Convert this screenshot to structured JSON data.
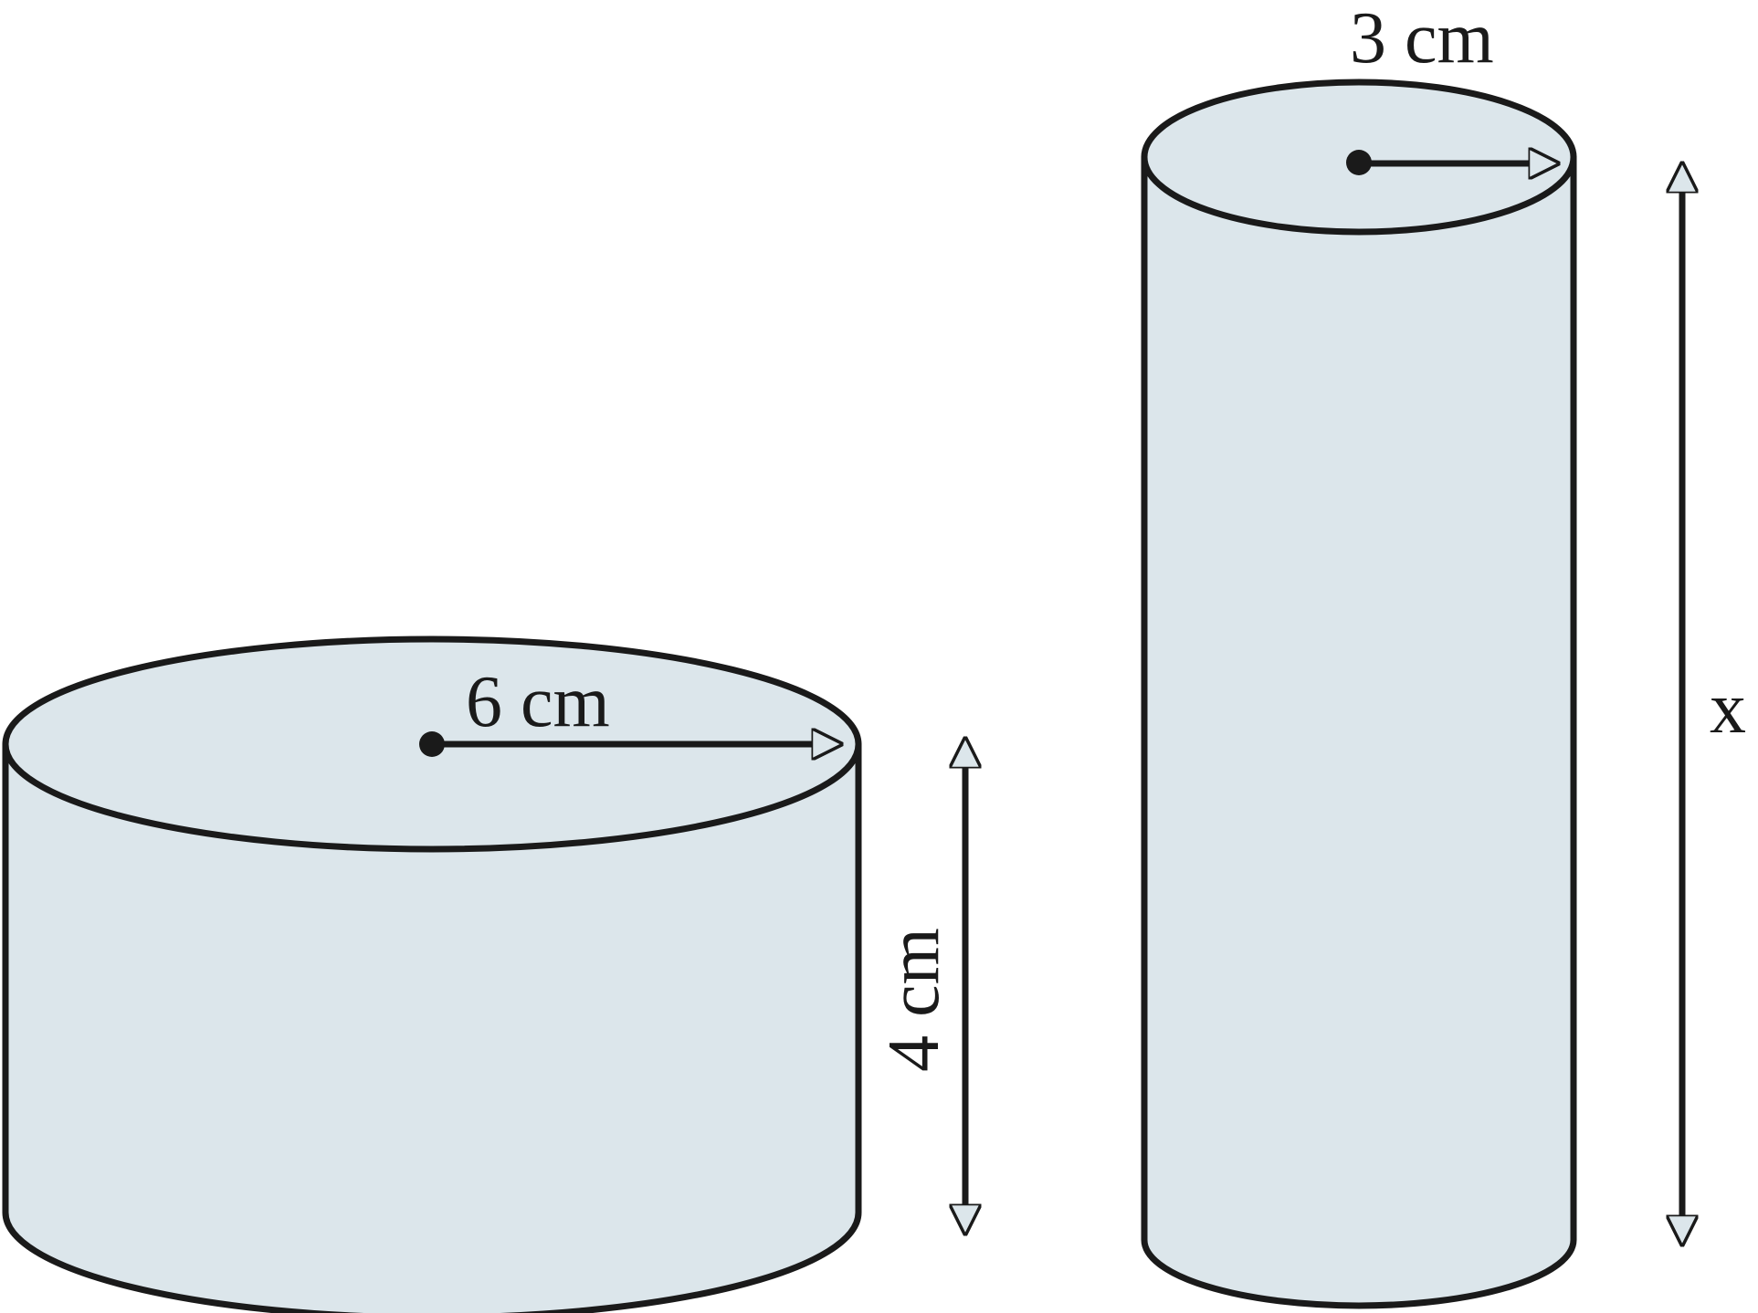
{
  "left_cylinder": {
    "radius_label": "6 cm",
    "height_label": "4 cm"
  },
  "right_cylinder": {
    "radius_label": "3 cm",
    "height_label": "x"
  },
  "colors": {
    "fill": "#dce6eb",
    "stroke": "#1a1a1a"
  }
}
